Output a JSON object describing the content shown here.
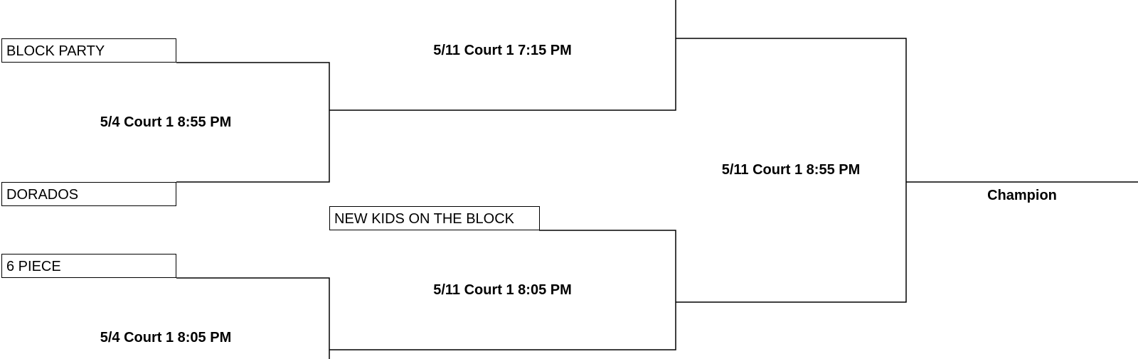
{
  "round1": {
    "game1": {
      "team_top": "BLOCK PARTY",
      "team_bottom": "DORADOS",
      "schedule": "5/4 Court 1 8:55 PM"
    },
    "game2": {
      "team_top": "6 PIECE",
      "schedule": "5/4 Court 1 8:05 PM"
    }
  },
  "round2": {
    "game1": {
      "schedule": "5/11 Court 1 7:15 PM"
    },
    "game2": {
      "team_top": "NEW KIDS ON THE BLOCK",
      "schedule": "5/11 Court 1 8:05 PM"
    }
  },
  "final": {
    "schedule": "5/11 Court 1 8:55 PM"
  },
  "champion_label": "Champion"
}
